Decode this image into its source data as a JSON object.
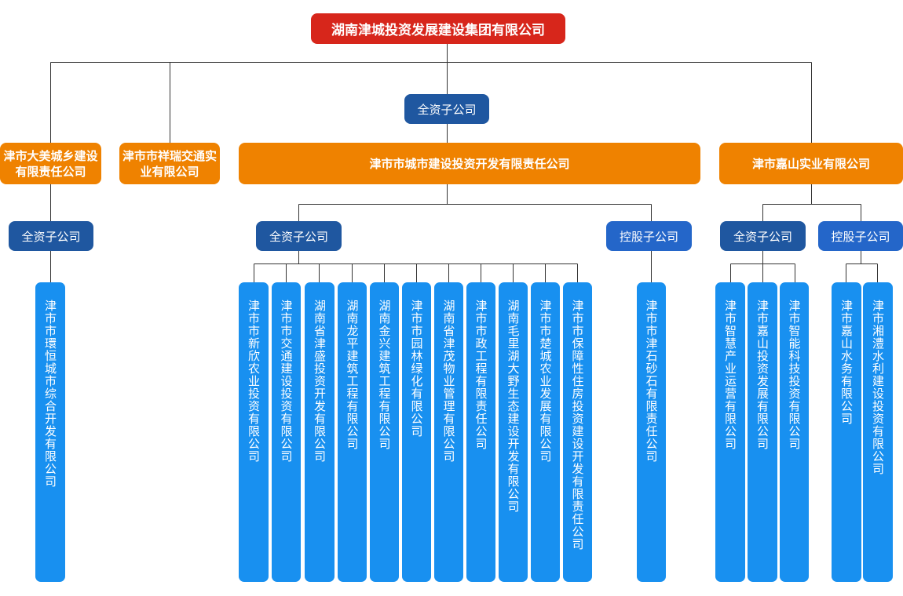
{
  "root": "湖南津城投资发展建设集团有限公司",
  "labels": {
    "wholly_owned": "全资子公司",
    "holding": "控股子公司"
  },
  "level2": {
    "dameicity": "津市大美城乡建设有限责任公司",
    "xiangrui": "津市市祥瑞交通实业有限公司",
    "chengshi": "津市市城市建设投资开发有限责任公司",
    "jiashan": "津市嘉山实业有限公司"
  },
  "leaves": {
    "huanheng": "津市市環恒城市综合开发有限公司",
    "xinxin": "津市市新欣农业投资有限公司",
    "jiaotong": "津市市交通建设投资有限公司",
    "jinsheng": "湖南省津盛投资开发有限公司",
    "longping": "湖南龙平建筑工程有限公司",
    "jinxing": "湖南金兴建筑工程有限公司",
    "yuanlin": "津市市园林绿化有限公司",
    "jinmao": "湖南省津茂物业管理有限公司",
    "shizheng": "津市市政工程有限责任公司",
    "maolihu": "湖南毛里湖大野生态建设开发有限公司",
    "chucheng": "津市市楚城农业发展有限公司",
    "baozhang": "津市市保障性住房投资建设开发有限责任公司",
    "jinshi": "津市市津石砂石有限责任公司",
    "zhihui": "津市智慧产业运营有限公司",
    "jiashan_inv": "津市嘉山投资发展有限公司",
    "zhineng": "津市智能科技投资有限公司",
    "shuiwu": "津市嘉山水务有限公司",
    "xiangli": "津市湘澧水利建设投资有限公司"
  },
  "colors": {
    "root": "#d7261b",
    "company": "#ef8200",
    "label_dark": "#1f57a0",
    "label_holding": "#2466c9",
    "leaf": "#1890f0",
    "line": "#333333"
  }
}
